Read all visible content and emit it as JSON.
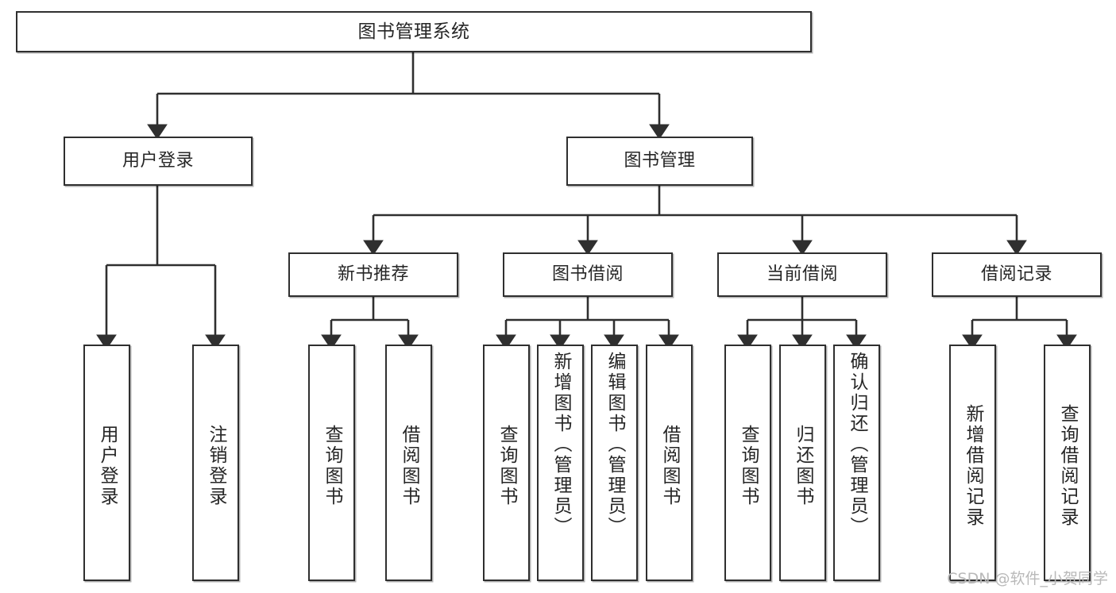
{
  "diagram": {
    "title": "图书管理系统",
    "type": "tree",
    "stroke_color": "#2f2f2f",
    "fill_color": "#ffffff",
    "text_color": "#262626",
    "watermark": "CSDN @软件_小贺同学",
    "levels": {
      "root": {
        "label": "图书管理系统"
      },
      "level2": [
        {
          "id": "user-login",
          "label": "用户登录"
        },
        {
          "id": "book-manage",
          "label": "图书管理"
        }
      ],
      "level3": [
        {
          "id": "new-book-rec",
          "label": "新书推荐",
          "parent": "book-manage"
        },
        {
          "id": "book-borrow",
          "label": "图书借阅",
          "parent": "book-manage"
        },
        {
          "id": "current-borrow",
          "label": "当前借阅",
          "parent": "book-manage"
        },
        {
          "id": "borrow-record",
          "label": "借阅记录",
          "parent": "book-manage"
        }
      ],
      "leaves": [
        {
          "id": "leaf-user-login",
          "label": "用户登录",
          "parent": "user-login"
        },
        {
          "id": "leaf-logout",
          "label": "注销登录",
          "parent": "user-login"
        },
        {
          "id": "leaf-query-book-1",
          "label": "查询图书",
          "parent": "new-book-rec"
        },
        {
          "id": "leaf-borrow-book-1",
          "label": "借阅图书",
          "parent": "new-book-rec"
        },
        {
          "id": "leaf-query-book-2",
          "label": "查询图书",
          "parent": "book-borrow"
        },
        {
          "id": "leaf-add-book",
          "label": "新增图书（管理员）",
          "parent": "book-borrow"
        },
        {
          "id": "leaf-edit-book",
          "label": "编辑图书（管理员）",
          "parent": "book-borrow"
        },
        {
          "id": "leaf-borrow-book-2",
          "label": "借阅图书",
          "parent": "book-borrow"
        },
        {
          "id": "leaf-query-book-3",
          "label": "查询图书",
          "parent": "current-borrow"
        },
        {
          "id": "leaf-return-book",
          "label": "归还图书",
          "parent": "current-borrow"
        },
        {
          "id": "leaf-confirm-return",
          "label": "确认归还（管理员）",
          "parent": "current-borrow"
        },
        {
          "id": "leaf-add-record",
          "label": "新增借阅记录",
          "parent": "borrow-record"
        },
        {
          "id": "leaf-query-record",
          "label": "查询借阅记录",
          "parent": "borrow-record"
        }
      ]
    }
  }
}
